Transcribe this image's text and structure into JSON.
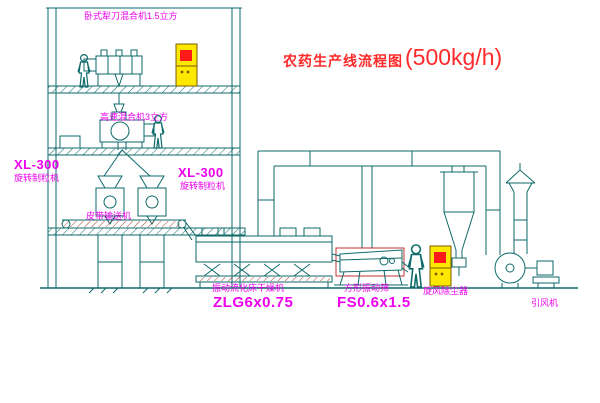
{
  "title": {
    "text": "农药生产线流程图",
    "capacity": "(500kg/h)"
  },
  "labels": {
    "horizontal_mixer": "卧式犁刀混合机1.5立方",
    "high_speed_mixer": "高速混合机3立方",
    "granulator_left_model": "XL-300",
    "granulator_left_name": "旋转制粒机",
    "granulator_mid_model": "XL-300",
    "granulator_mid_name": "旋转制粒机",
    "belt_conveyor": "皮带输送机",
    "dryer_name": "振动流化床干燥机",
    "dryer_model": "ZLG6x0.75",
    "screen_name": "方形振动筛",
    "screen_model": "FS0.6x1.5",
    "cyclone": "旋风除尘器",
    "fan": "引风机"
  },
  "colors": {
    "line": "#0e6a6a",
    "label_magenta": "#ee00ee",
    "title_red": "#ff2a2a",
    "cabinet_yellow": "#ffe800",
    "cabinet_screen_red": "#ff1a1a",
    "hatch_red": "#b04030",
    "background": "#ffffff"
  }
}
